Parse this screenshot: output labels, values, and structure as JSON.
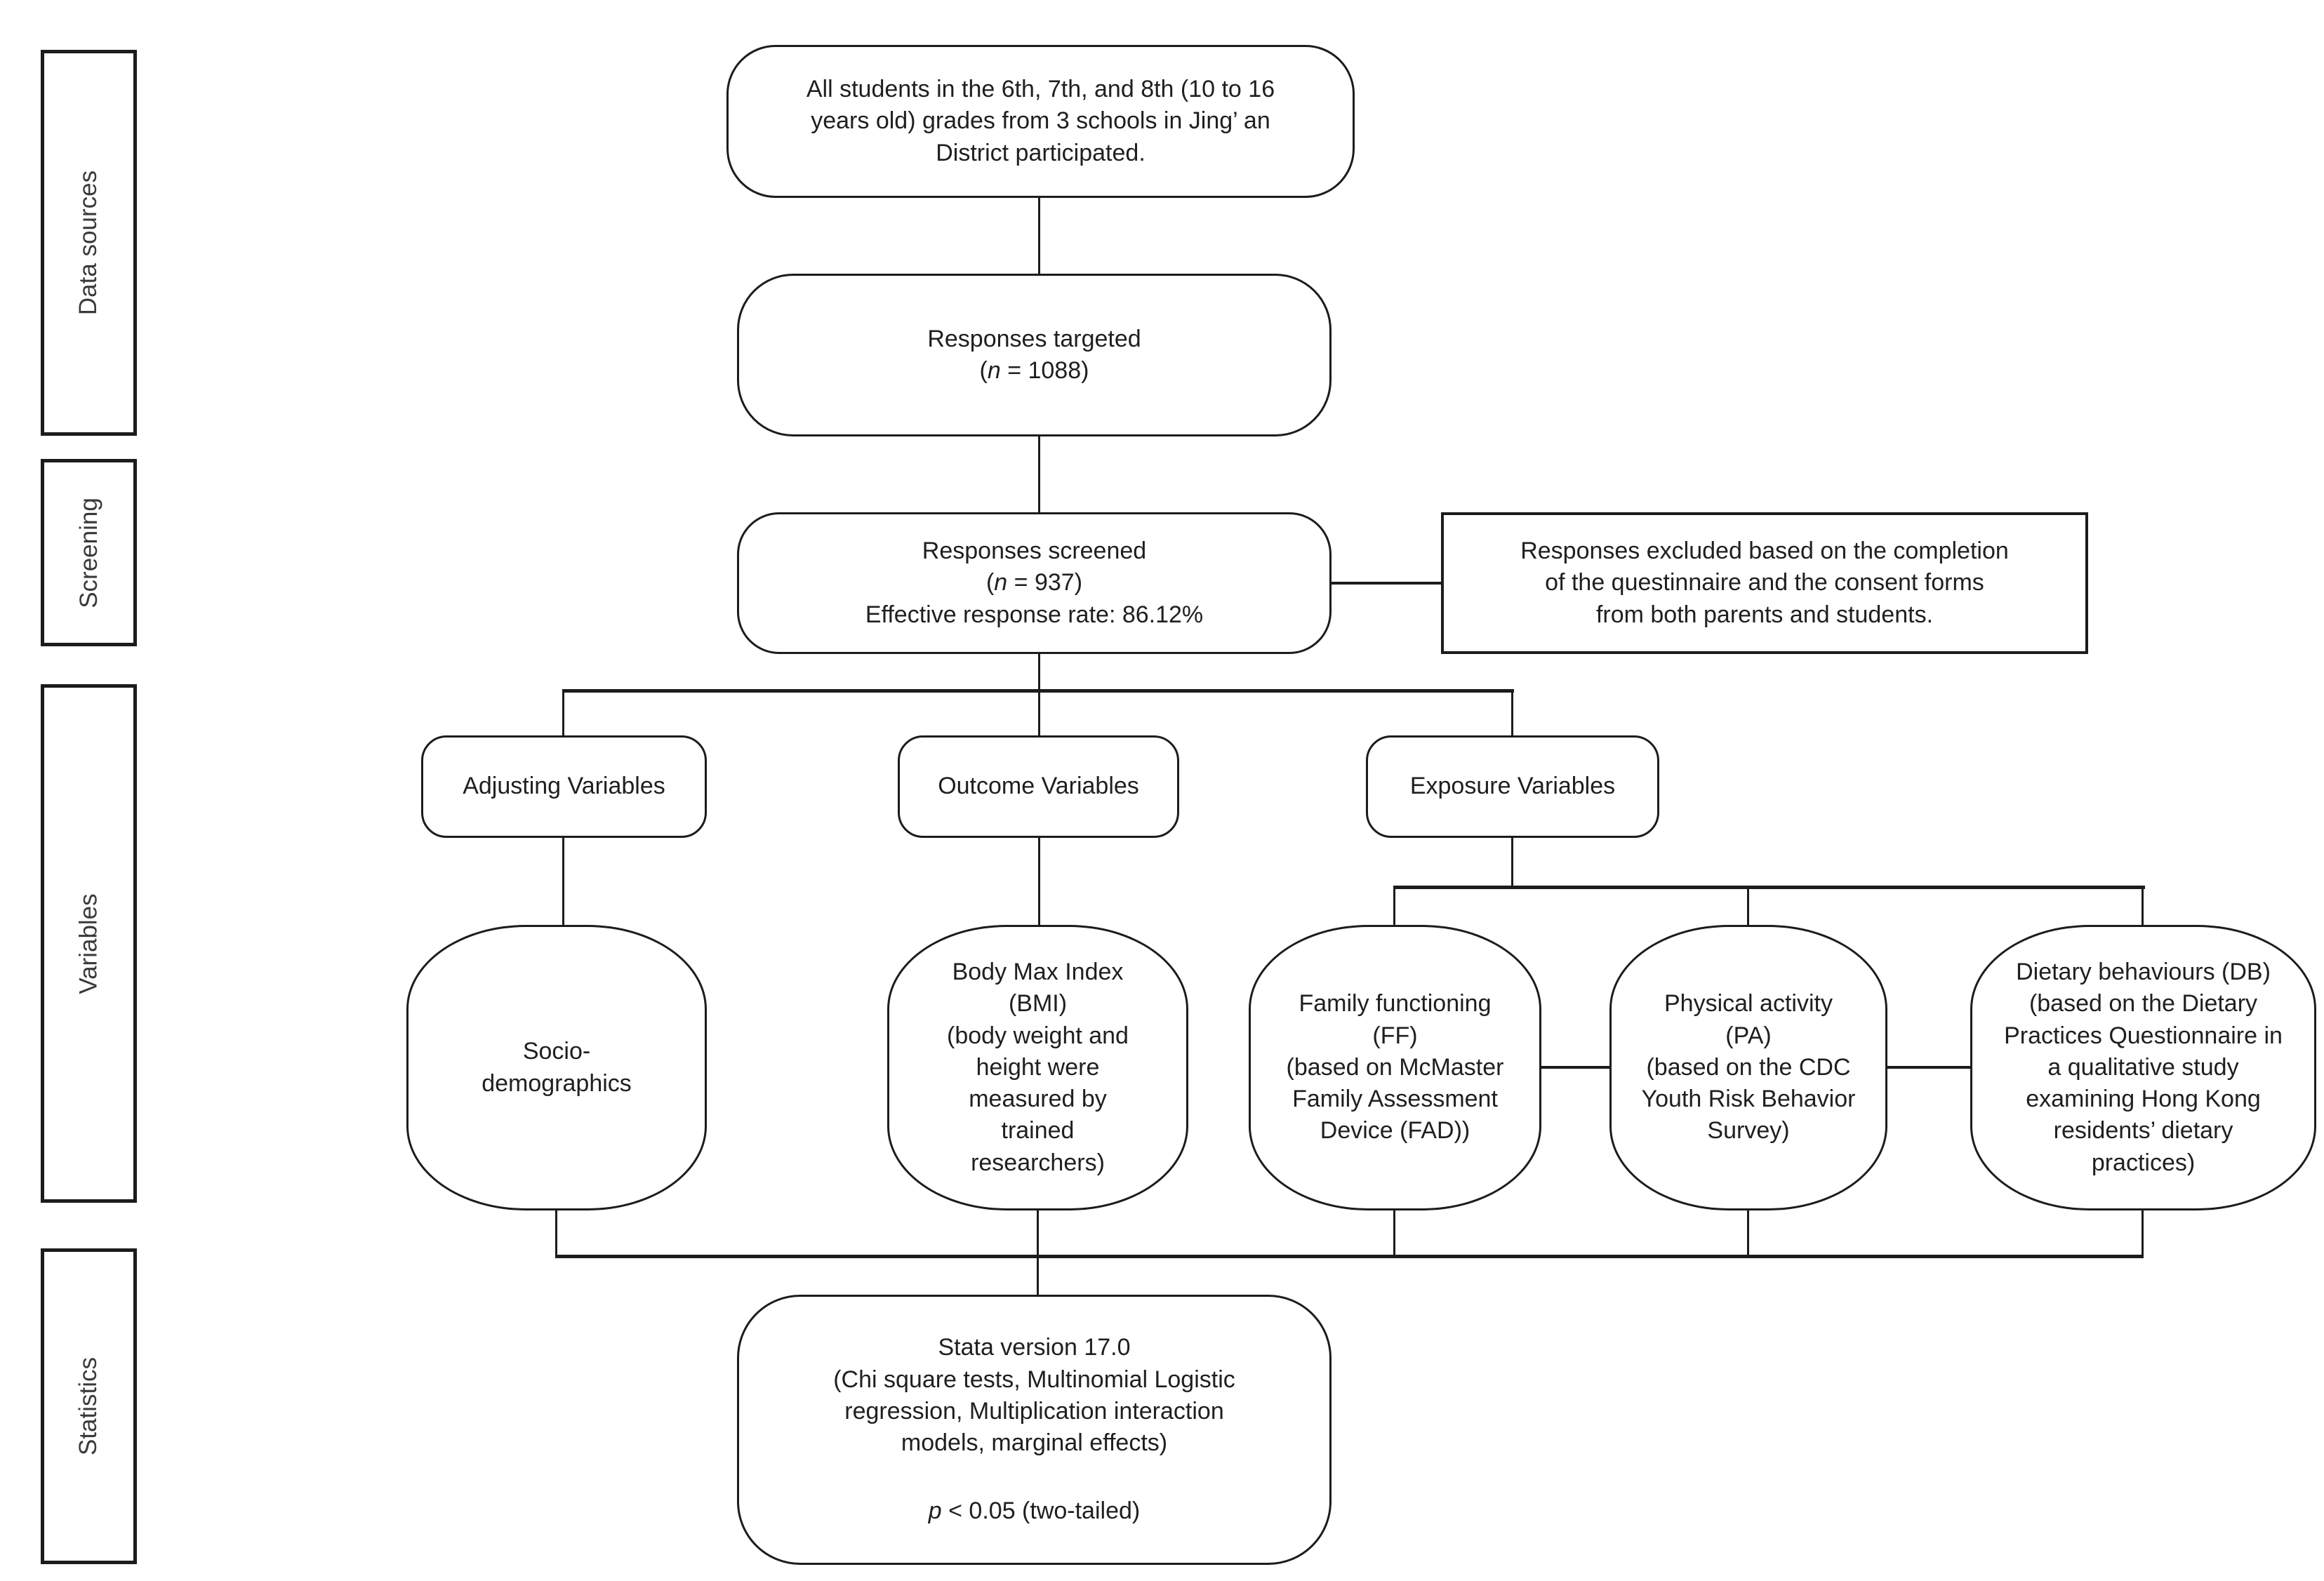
{
  "lanes": [
    {
      "label": "Data sources"
    },
    {
      "label": "Screening"
    },
    {
      "label": "Variables"
    },
    {
      "label": "Statistics"
    }
  ],
  "nodes": {
    "participants": {
      "text": "All students in the 6th, 7th, and 8th (10 to 16\nyears old) grades from 3 schools in Jing’ an\nDistrict participated."
    },
    "targeted": {
      "line1": "Responses targeted",
      "n": {
        "pre": "(",
        "var": "n",
        "post": " = 1088)"
      }
    },
    "screened": {
      "line1": "Responses screened",
      "n": {
        "pre": "(",
        "var": "n",
        "post": " = 937)"
      },
      "line3": "Effective response rate: 86.12%"
    },
    "excluded": {
      "text": "Responses excluded based on the completion\nof the questinnaire and the consent forms\nfrom both parents and students."
    },
    "adjusting": {
      "label": "Adjusting Variables"
    },
    "outcome": {
      "label": "Outcome Variables"
    },
    "exposure": {
      "label": "Exposure Variables"
    },
    "socio": {
      "text": "Socio-\ndemographics"
    },
    "bmi": {
      "text": "Body Max Index\n(BMI)\n(body weight and\nheight were\nmeasured by\ntrained\nresearchers)"
    },
    "ff": {
      "text": "Family functioning\n(FF)\n(based on McMaster\nFamily Assessment\nDevice (FAD))"
    },
    "pa": {
      "text": "Physical activity\n(PA)\n(based on the CDC\nYouth Risk Behavior\nSurvey)"
    },
    "db": {
      "text": "Dietary behaviours (DB)\n(based on the Dietary\nPractices Questionnaire in\na qualitative study\nexamining Hong Kong\nresidents’ dietary\npractices)"
    },
    "stata": {
      "line1": "Stata version 17.0",
      "line2": "(Chi square tests, Multinomial Logistic\nregression, Multiplication interaction\nmodels, marginal effects)",
      "p": {
        "pre": "",
        "var": "p",
        "post": " < 0.05 (two-tailed)"
      }
    }
  },
  "colors": {
    "stroke": "#1c1c1c",
    "text": "#1f1f1f",
    "background": "#ffffff"
  }
}
